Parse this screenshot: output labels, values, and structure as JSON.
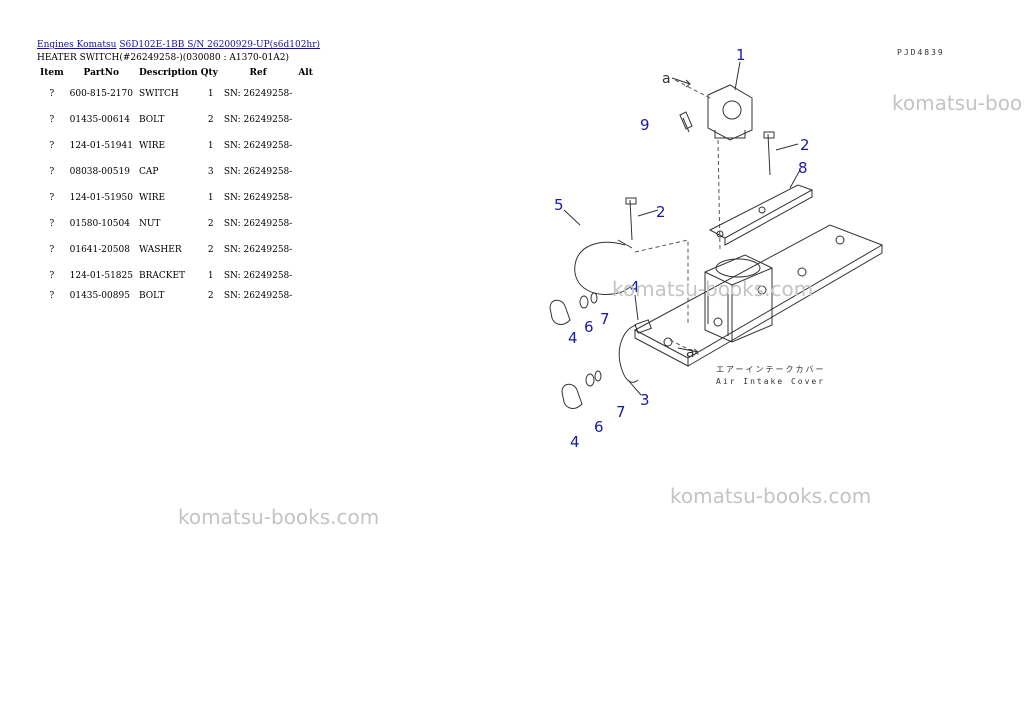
{
  "breadcrumb": {
    "link1": "Engines Komatsu",
    "link2": "S6D102E-1BB S/N 26200929-UP(s6d102hr)"
  },
  "subtitle": "HEATER SWITCH(#26249258-)(030080 : A1370-01A2)",
  "table": {
    "headers": [
      "Item",
      "PartNo",
      "Description",
      "Qty",
      "Ref",
      "Alt"
    ],
    "rows": [
      {
        "item": "?",
        "part_no": "600-815-2170",
        "description": "SWITCH",
        "qty": "1",
        "ref": "SN: 26249258-",
        "alt": ""
      },
      {
        "item": "?",
        "part_no": "01435-00614",
        "description": "BOLT",
        "qty": "2",
        "ref": "SN: 26249258-",
        "alt": ""
      },
      {
        "item": "?",
        "part_no": "124-01-51941",
        "description": "WIRE",
        "qty": "1",
        "ref": "SN: 26249258-",
        "alt": ""
      },
      {
        "item": "?",
        "part_no": "08038-00519",
        "description": "CAP",
        "qty": "3",
        "ref": "SN: 26249258-",
        "alt": ""
      },
      {
        "item": "?",
        "part_no": "124-01-51950",
        "description": "WIRE",
        "qty": "1",
        "ref": "SN: 26249258-",
        "alt": ""
      },
      {
        "item": "?",
        "part_no": "01580-10504",
        "description": "NUT",
        "qty": "2",
        "ref": "SN: 26249258-",
        "alt": ""
      },
      {
        "item": "?",
        "part_no": "01641-20508",
        "description": "WASHER",
        "qty": "2",
        "ref": "SN: 26249258-",
        "alt": ""
      },
      {
        "item": "?",
        "part_no": "124-01-51825",
        "description": "BRACKET",
        "qty": "1",
        "ref": "SN: 26249258-",
        "alt": ""
      },
      {
        "item": "?",
        "part_no": "01435-00895",
        "description": "BOLT",
        "qty": "2",
        "ref": "SN: 26249258-",
        "alt": ""
      }
    ]
  },
  "diagram": {
    "code": "PJD4839",
    "callouts": [
      "1",
      "2",
      "2",
      "3",
      "4",
      "4",
      "5",
      "6",
      "6",
      "7",
      "7",
      "8",
      "9"
    ],
    "letters": [
      "a",
      "a"
    ],
    "note_jp": "エアーインテークカバー",
    "note_en": "Air Intake Cover",
    "callout_color": "#1a1aa8"
  },
  "watermarks": [
    "komatsu-books.com",
    "komatsu-books.com",
    "komatsu-books.com",
    "komatsu-books.com"
  ]
}
